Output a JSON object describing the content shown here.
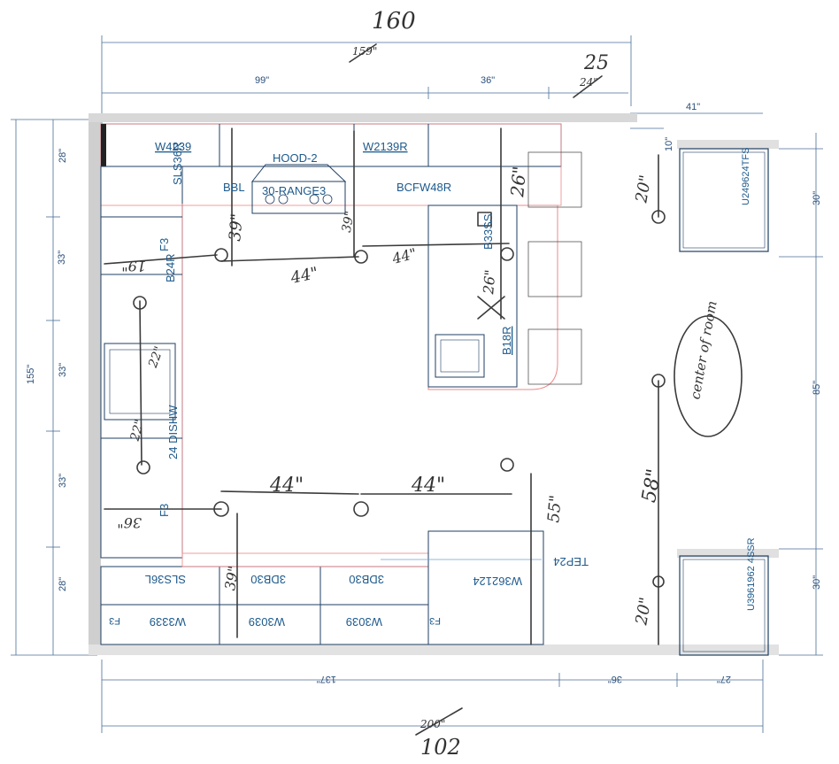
{
  "handwritten": {
    "top_total": "160",
    "top_crossed": "159\"",
    "right_col": "25",
    "right_col_crossed": "24\"",
    "bottom_total": "102",
    "bottom_crossed": "200\"",
    "aisle_top": "44\"",
    "aisle_bottom_left": "44\"",
    "aisle_bottom_right": "44\"",
    "aisle_upper_left": "44\"",
    "left_top": "19\"",
    "left_mid": "22\"",
    "left_low": "22\"",
    "left_bottom": "36\"",
    "v39_left": "39\"",
    "v39_mid": "39\"",
    "v39_bottom": "39\"",
    "v26_top": "26\"",
    "v26_island": "26\"",
    "v20_top": "20\"",
    "v20_bottom": "20\"",
    "v58": "58\"",
    "v55": "55\"",
    "center_note": "center of room"
  },
  "dimensions": {
    "top_99": "99\"",
    "top_36": "36\"",
    "fridge_41": "41\"",
    "fridge_10": "10\"",
    "left_28_top": "28\"",
    "left_33_a": "33\"",
    "left_155": "155\"",
    "left_33_b": "33\"",
    "left_33_c": "33\"",
    "left_28_bottom": "28\"",
    "right_30_top": "30\"",
    "right_85": "85\"",
    "right_30_bottom": "30\"",
    "bottom_137": "137\"",
    "bottom_36": "36\"",
    "bottom_27": "27\""
  },
  "cabinets": {
    "w4239": "W4239",
    "hood": "HOOD-2",
    "range": "30-RANGE3",
    "w2139r": "W2139R",
    "bbl": "BBL",
    "bcfw48r": "BCFW48R",
    "sls36r": "SLS36R",
    "f3_top": "F3",
    "b24r": "B24R",
    "b33ss": "B33SS",
    "b18r": "B18R",
    "dishw": "24 DISHW",
    "f3_bottom": "F3",
    "tep24": "TEP24",
    "w362124": "W362124",
    "sls36l": "SLS36L",
    "db30_a": "3DB30",
    "db30_b": "3DB30",
    "w3339": "W3339",
    "w3039_a": "W3039",
    "w3039_b": "W3039",
    "f3_bl": "F3",
    "f3_mid": "F3",
    "fridge_top": "U249624TFS",
    "fridge_bottom": "U3961962 4SSR"
  }
}
